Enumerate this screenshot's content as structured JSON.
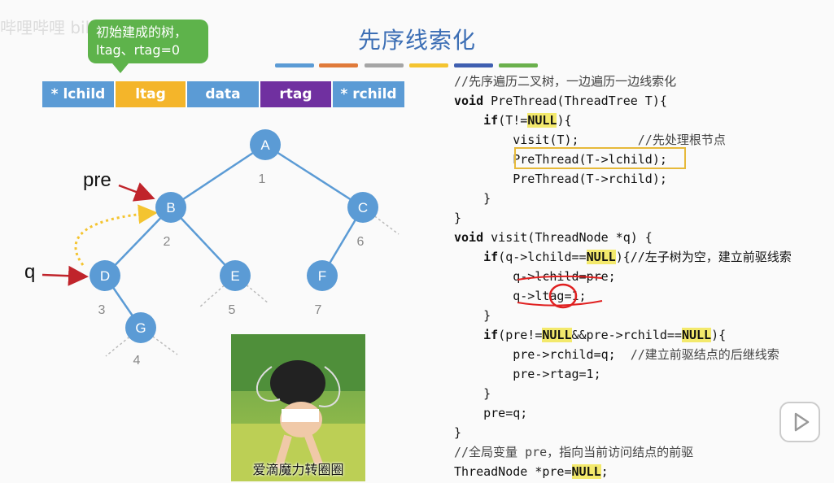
{
  "title": "先序线索化",
  "watermark": "哔哩哔哩 bilibili",
  "callout": {
    "line1": "初始建成的树，",
    "line2": "ltag、rtag=0"
  },
  "struct_fields": [
    {
      "label": "* lchild",
      "color": "#5b9bd5"
    },
    {
      "label": "ltag",
      "color": "#f4b52a"
    },
    {
      "label": "data",
      "color": "#5b9bd5"
    },
    {
      "label": "rtag",
      "color": "#7030a0"
    },
    {
      "label": "* rchild",
      "color": "#5b9bd5"
    }
  ],
  "bar_colors": [
    "#5b9bd5",
    "#e07a3a",
    "#a5a5a5",
    "#f4c430",
    "#3f5fb0",
    "#6ab04c"
  ],
  "tree": {
    "nodes": [
      {
        "id": "A",
        "index": "1"
      },
      {
        "id": "B",
        "index": "2"
      },
      {
        "id": "C",
        "index": "6"
      },
      {
        "id": "D",
        "index": "3"
      },
      {
        "id": "E",
        "index": "5"
      },
      {
        "id": "F",
        "index": "7"
      },
      {
        "id": "G",
        "index": "4"
      }
    ],
    "pre_label": "pre",
    "q_label": "q",
    "node_color": "#5b9bd5"
  },
  "code": {
    "l1": "//先序遍历二叉树，一边遍历一边线索化",
    "l2a": "void",
    "l2b": " PreThread(ThreadTree T){",
    "l3a": "    if",
    "l3b": "(T!=",
    "l3c": "NULL",
    "l3d": "){",
    "l4a": "        visit(T);",
    "l4b": "        //先处理根节点",
    "l5": "        PreThread(T->lchild);",
    "l6": "        PreThread(T->rchild);",
    "l7": "    }",
    "l8": "}",
    "l9a": "void",
    "l9b": " visit(ThreadNode *q) {",
    "l10a": "    if",
    "l10b": "(q->lchild==",
    "l10c": "NULL",
    "l10d": "){//左子树为空，建立前驱线索",
    "l11": "        q->lchild=pre;",
    "l12": "        q->ltag=1;",
    "l13": "    }",
    "l14a": "    if",
    "l14b": "(pre!=",
    "l14c": "NULL",
    "l14d": "&&pre->rchild==",
    "l14e": "NULL",
    "l14f": "){",
    "l15a": "        pre->rchild=q;",
    "l15b": "  //建立前驱结点的后继线索",
    "l16": "        pre->rtag=1;",
    "l17": "    }",
    "l18": "    pre=q;",
    "l19": "}",
    "l20": "//全局变量 pre，指向当前访问结点的前驱",
    "l21a": "ThreadNode *pre=",
    "l21b": "NULL",
    "l21c": ";"
  },
  "gif_caption": "爱滴魔力转圈圈"
}
